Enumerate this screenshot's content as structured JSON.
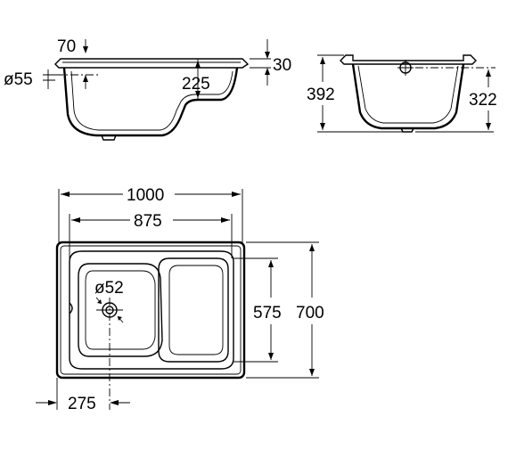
{
  "side_view": {
    "dim_70": "70",
    "dim_55": "ø55",
    "dim_225": "225",
    "dim_30": "30"
  },
  "end_view": {
    "dim_392": "392",
    "dim_322": "322"
  },
  "plan_view": {
    "dim_1000": "1000",
    "dim_875": "875",
    "dim_52": "ø52",
    "dim_575": "575",
    "dim_700": "700",
    "dim_275": "275"
  }
}
